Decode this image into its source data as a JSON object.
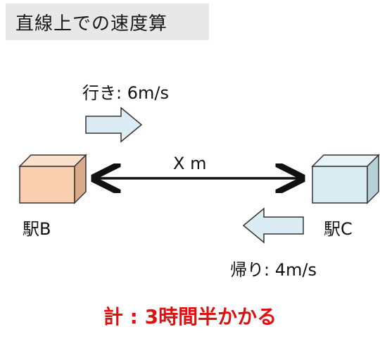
{
  "title": "直線上での速度算",
  "going_label": "行き: 6m/s",
  "return_label": "帰り: 4m/s",
  "distance_label": "X m",
  "station_b": "駅B",
  "station_c": "駅C",
  "total_label": "計 : 3時間半かかる",
  "colors": {
    "station_b_box": "#f9cfb0",
    "station_c_box": "#d8ecf2",
    "arrow_fill": "#dcecf4",
    "total_text": "#e01010",
    "title_bg": "#e8e8e8"
  }
}
